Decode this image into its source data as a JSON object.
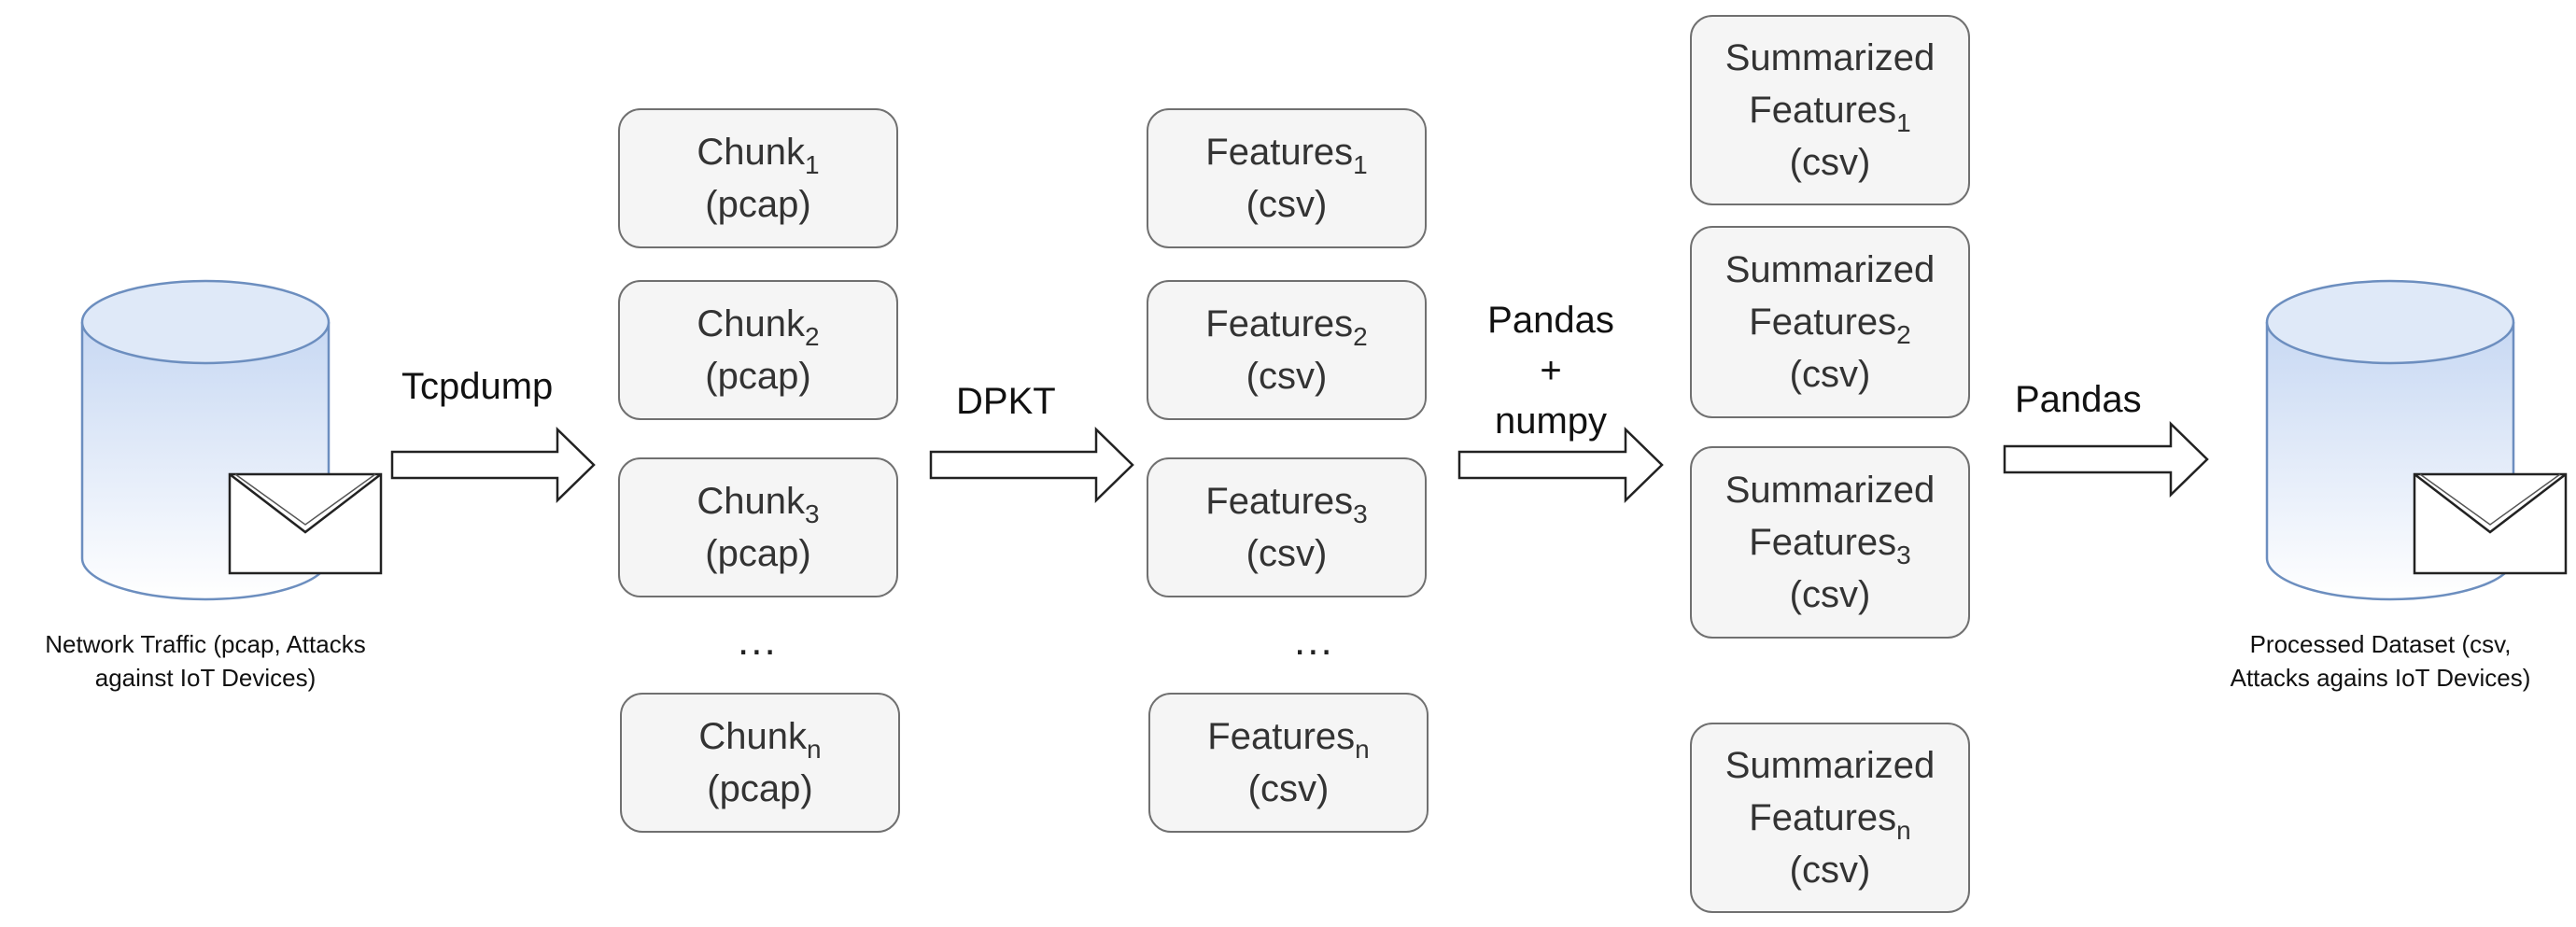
{
  "source": {
    "caption_line1": "Network Traffic (pcap, Attacks",
    "caption_line2": "against IoT Devices)"
  },
  "target": {
    "caption_line1": "Processed Dataset (csv,",
    "caption_line2": "Attacks agains IoT Devices)"
  },
  "arrows": {
    "tcpdump": "Tcpdump",
    "dpkt": "DPKT",
    "pandas_numpy_1": "Pandas",
    "pandas_numpy_2": "+",
    "pandas_numpy_3": "numpy",
    "pandas": "Pandas"
  },
  "chunks": [
    {
      "name": "Chunk",
      "sub": "1",
      "ext": "(pcap)"
    },
    {
      "name": "Chunk",
      "sub": "2",
      "ext": "(pcap)"
    },
    {
      "name": "Chunk",
      "sub": "3",
      "ext": "(pcap)"
    },
    {
      "name": "Chunk",
      "sub": "n",
      "ext": "(pcap)"
    }
  ],
  "features": [
    {
      "name": "Features",
      "sub": "1",
      "ext": "(csv)"
    },
    {
      "name": "Features",
      "sub": "2",
      "ext": "(csv)"
    },
    {
      "name": "Features",
      "sub": "3",
      "ext": "(csv)"
    },
    {
      "name": "Features",
      "sub": "n",
      "ext": "(csv)"
    }
  ],
  "summarized": [
    {
      "line1": "Summarized",
      "name": "Features",
      "sub": "1",
      "ext": "(csv)"
    },
    {
      "line1": "Summarized",
      "name": "Features",
      "sub": "2",
      "ext": "(csv)"
    },
    {
      "line1": "Summarized",
      "name": "Features",
      "sub": "3",
      "ext": "(csv)"
    },
    {
      "line1": "Summarized",
      "name": "Features",
      "sub": "n",
      "ext": "(csv)"
    }
  ],
  "ellipsis": "...",
  "colors": {
    "cylinder_top": "#dfe9f8",
    "cylinder_body_top": "#c7d8f3",
    "cylinder_body_bottom": "#ffffff",
    "cylinder_stroke": "#6c8ebf",
    "box_fill": "#f5f5f5",
    "box_stroke": "#707070"
  },
  "icons": [
    "database-icon",
    "envelope-icon",
    "arrow-icon"
  ]
}
